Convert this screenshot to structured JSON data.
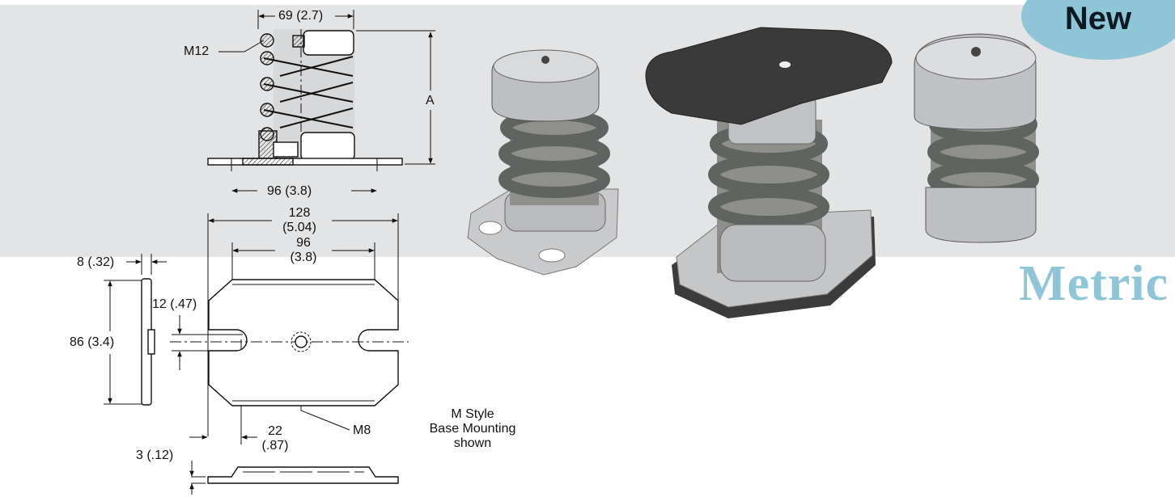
{
  "badge": {
    "text": "New"
  },
  "banner": {
    "text": "Metric"
  },
  "dimensions": {
    "top_width": "69 (2.7)",
    "thread_top": "M12",
    "height": "A",
    "top_base_span": "96 (3.8)",
    "overall_width_line1": "128",
    "overall_width_line2": "(5.04)",
    "slot_span_line1": "96",
    "slot_span_line2": "(3.8)",
    "plate_thickness": "8 (.32)",
    "slot_width": "12 (.47)",
    "plate_depth": "86 (3.4)",
    "slot_depth_line1": "22",
    "slot_depth_line2": "(.87)",
    "thread_base": "M8",
    "sheet_thickness": "3 (.12)"
  },
  "caption": {
    "line1": "M Style",
    "line2": "Base Mounting",
    "line3": "shown"
  },
  "colors": {
    "band": "#e3e4e5",
    "accent": "#8fc6d7",
    "spring": "#6f6f6c",
    "steel": "#c4c6c8"
  }
}
